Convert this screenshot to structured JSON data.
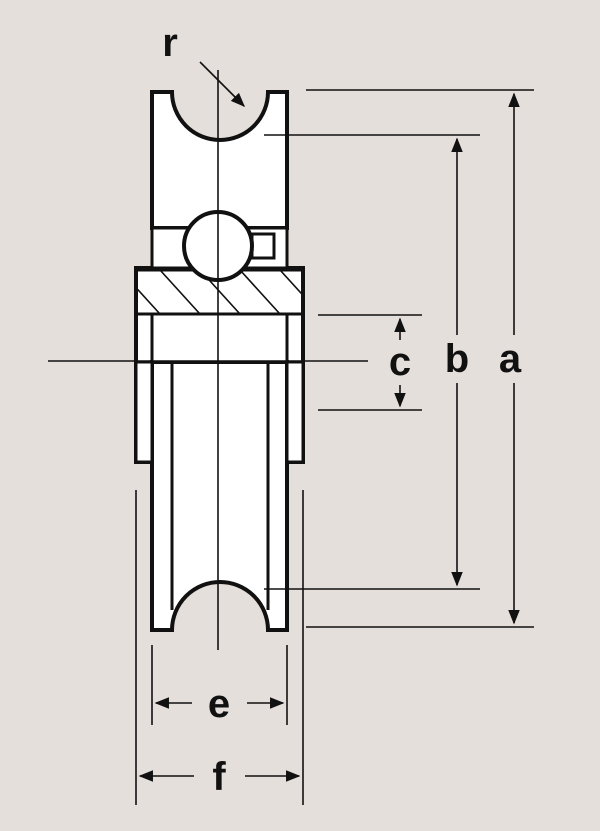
{
  "diagram": {
    "labels": {
      "r": "r",
      "a": "a",
      "b": "b",
      "c": "c",
      "e": "e",
      "f": "f"
    },
    "colors": {
      "background": "#e5dfdb",
      "ink": "#111111",
      "fill": "#ffffff"
    }
  }
}
